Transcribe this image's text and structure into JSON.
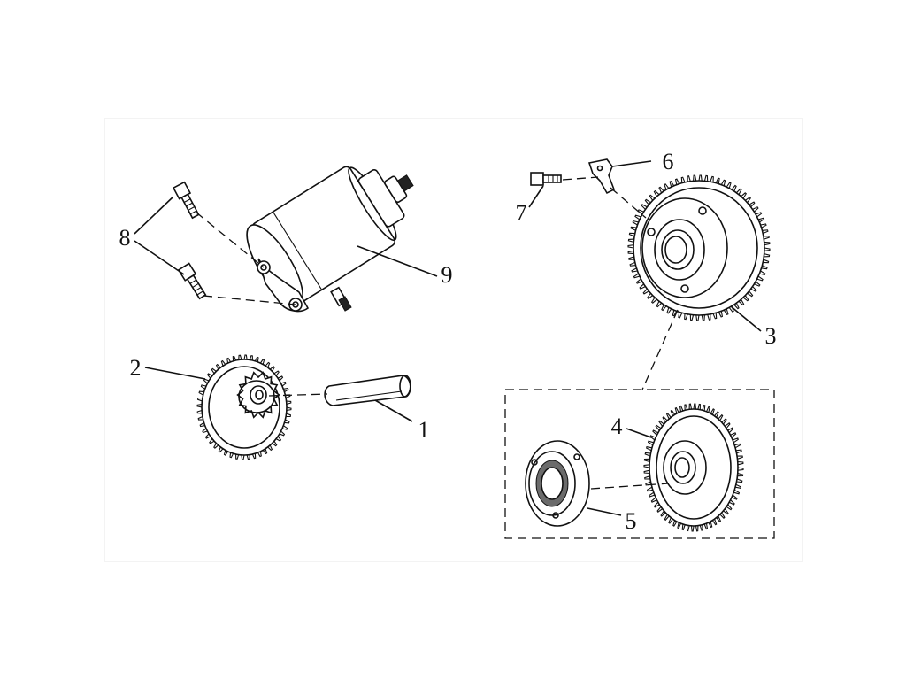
{
  "diagram": {
    "callouts": [
      {
        "id": "1",
        "label": "1"
      },
      {
        "id": "2",
        "label": "2"
      },
      {
        "id": "3",
        "label": "3"
      },
      {
        "id": "4",
        "label": "4"
      },
      {
        "id": "5",
        "label": "5"
      },
      {
        "id": "6",
        "label": "6"
      },
      {
        "id": "7",
        "label": "7"
      },
      {
        "id": "8",
        "label": "8"
      },
      {
        "id": "9",
        "label": "9"
      }
    ],
    "parts": {
      "pin": "pin",
      "reduction-gear": "reduction-gear",
      "driven-gear": "driven-gear",
      "clutch-gear": "clutch-gear",
      "one-way-clutch": "one-way-clutch",
      "plate": "plate",
      "bolt-small": "bolt-small",
      "bolts": "bolts",
      "starter-motor": "starter-motor"
    }
  }
}
